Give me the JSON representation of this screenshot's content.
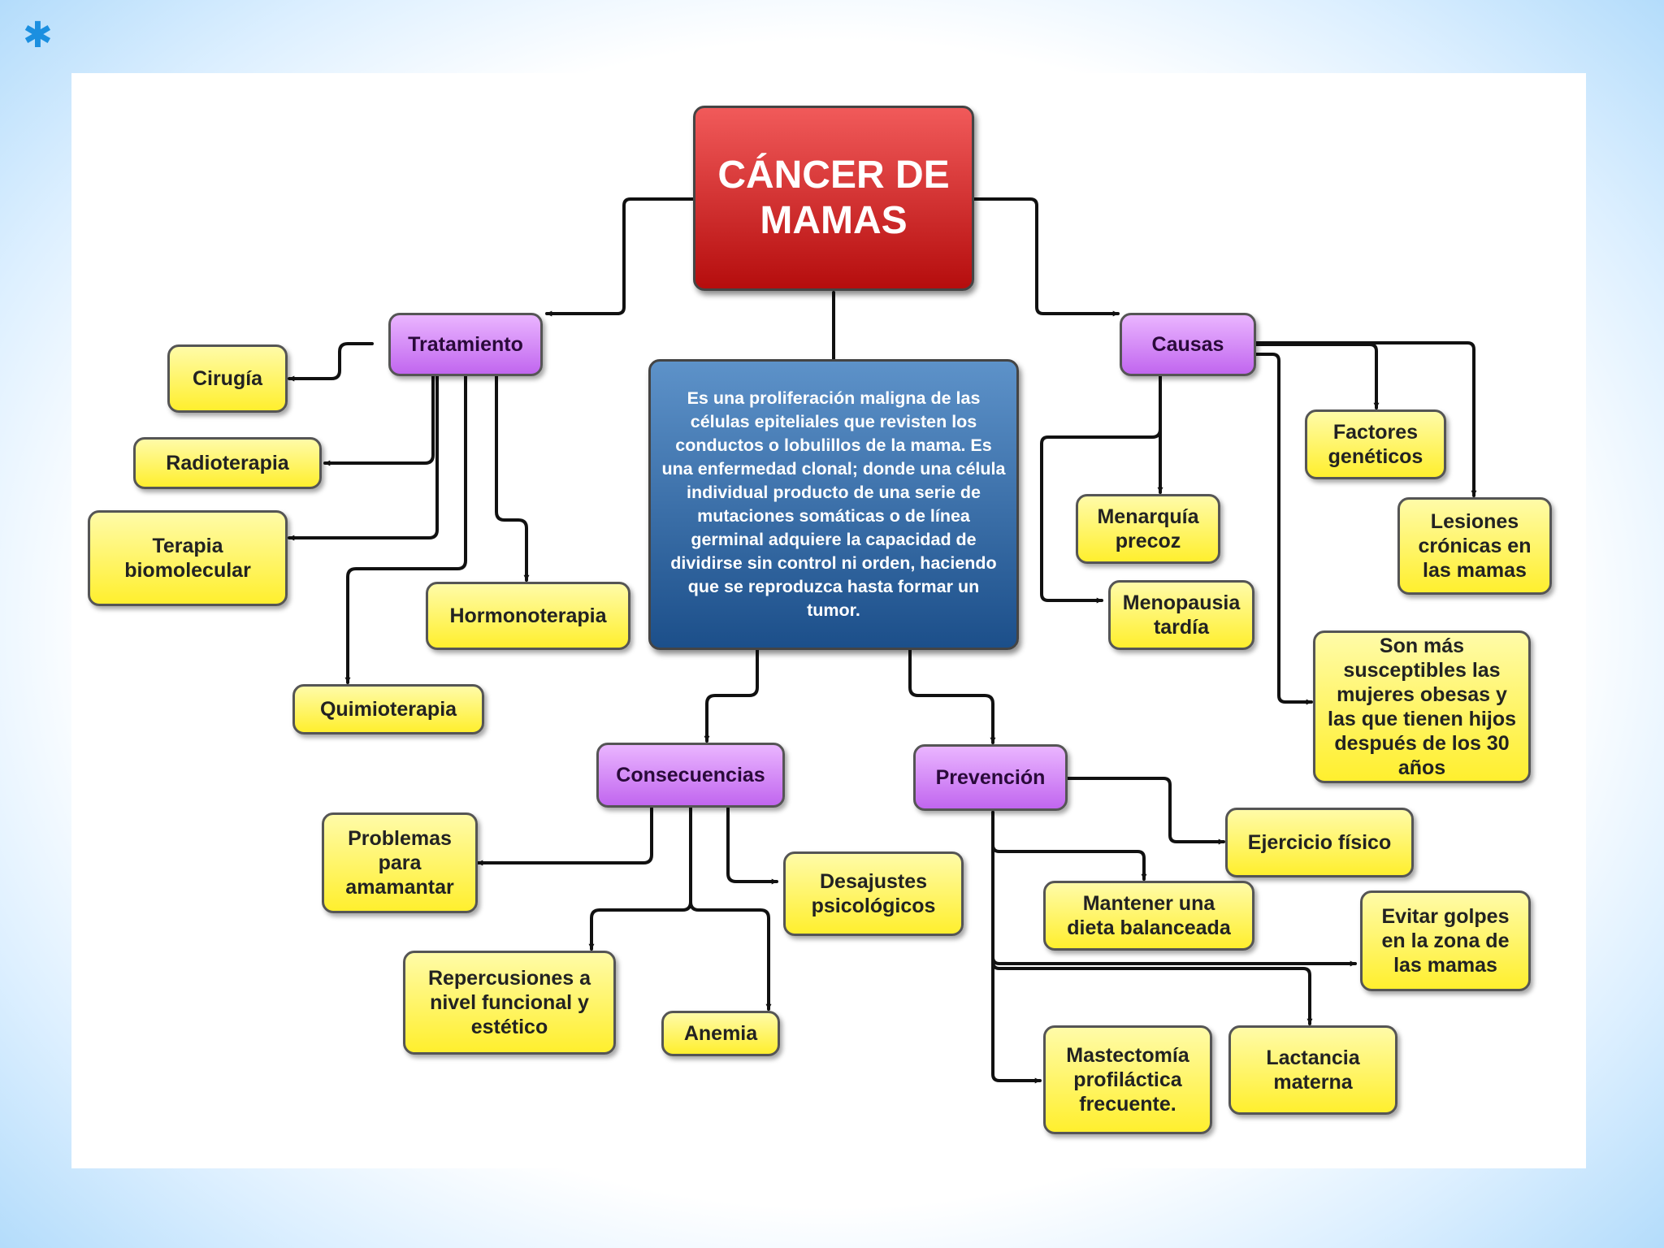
{
  "root": {
    "title": "CÁNCER DE\nMAMAS"
  },
  "definition": "Es una proliferación maligna de las células epiteliales que revisten los conductos o lobulillos de la mama. Es una enfermedad clonal; donde una célula individual producto de una serie de mutaciones somáticas o de línea germinal adquiere la capacidad de dividirse sin control ni orden, haciendo que se reproduzca hasta formar un tumor.",
  "tratamiento": {
    "label": "Tratamiento",
    "items": [
      "Cirugía",
      "Radioterapia",
      "Terapia\nbiomolecular",
      "Quimioterapia",
      "Hormonoterapia"
    ]
  },
  "causas": {
    "label": "Causas",
    "items": [
      "Factores\ngenéticos",
      "Lesiones\ncrónicas en\nlas mamas",
      "Menarquía\nprecoz",
      "Menopausia\ntardía",
      "Son más\nsusceptibles las\nmujeres obesas y\nlas que tienen hijos\ndespués de los 30\naños"
    ]
  },
  "consecuencias": {
    "label": "Consecuencias",
    "items": [
      "Problemas\npara\namamantar",
      "Desajustes\npsicológicos",
      "Repercusiones a\nnivel funcional y\nestético",
      "Anemia"
    ]
  },
  "prevencion": {
    "label": "Prevención",
    "items": [
      "Ejercicio físico",
      "Mantener una\ndieta balanceada",
      "Evitar golpes\nen la zona de\nlas mamas",
      "Lactancia\nmaterna",
      "Mastectomía\nprofiláctica\nfrecuente."
    ]
  }
}
